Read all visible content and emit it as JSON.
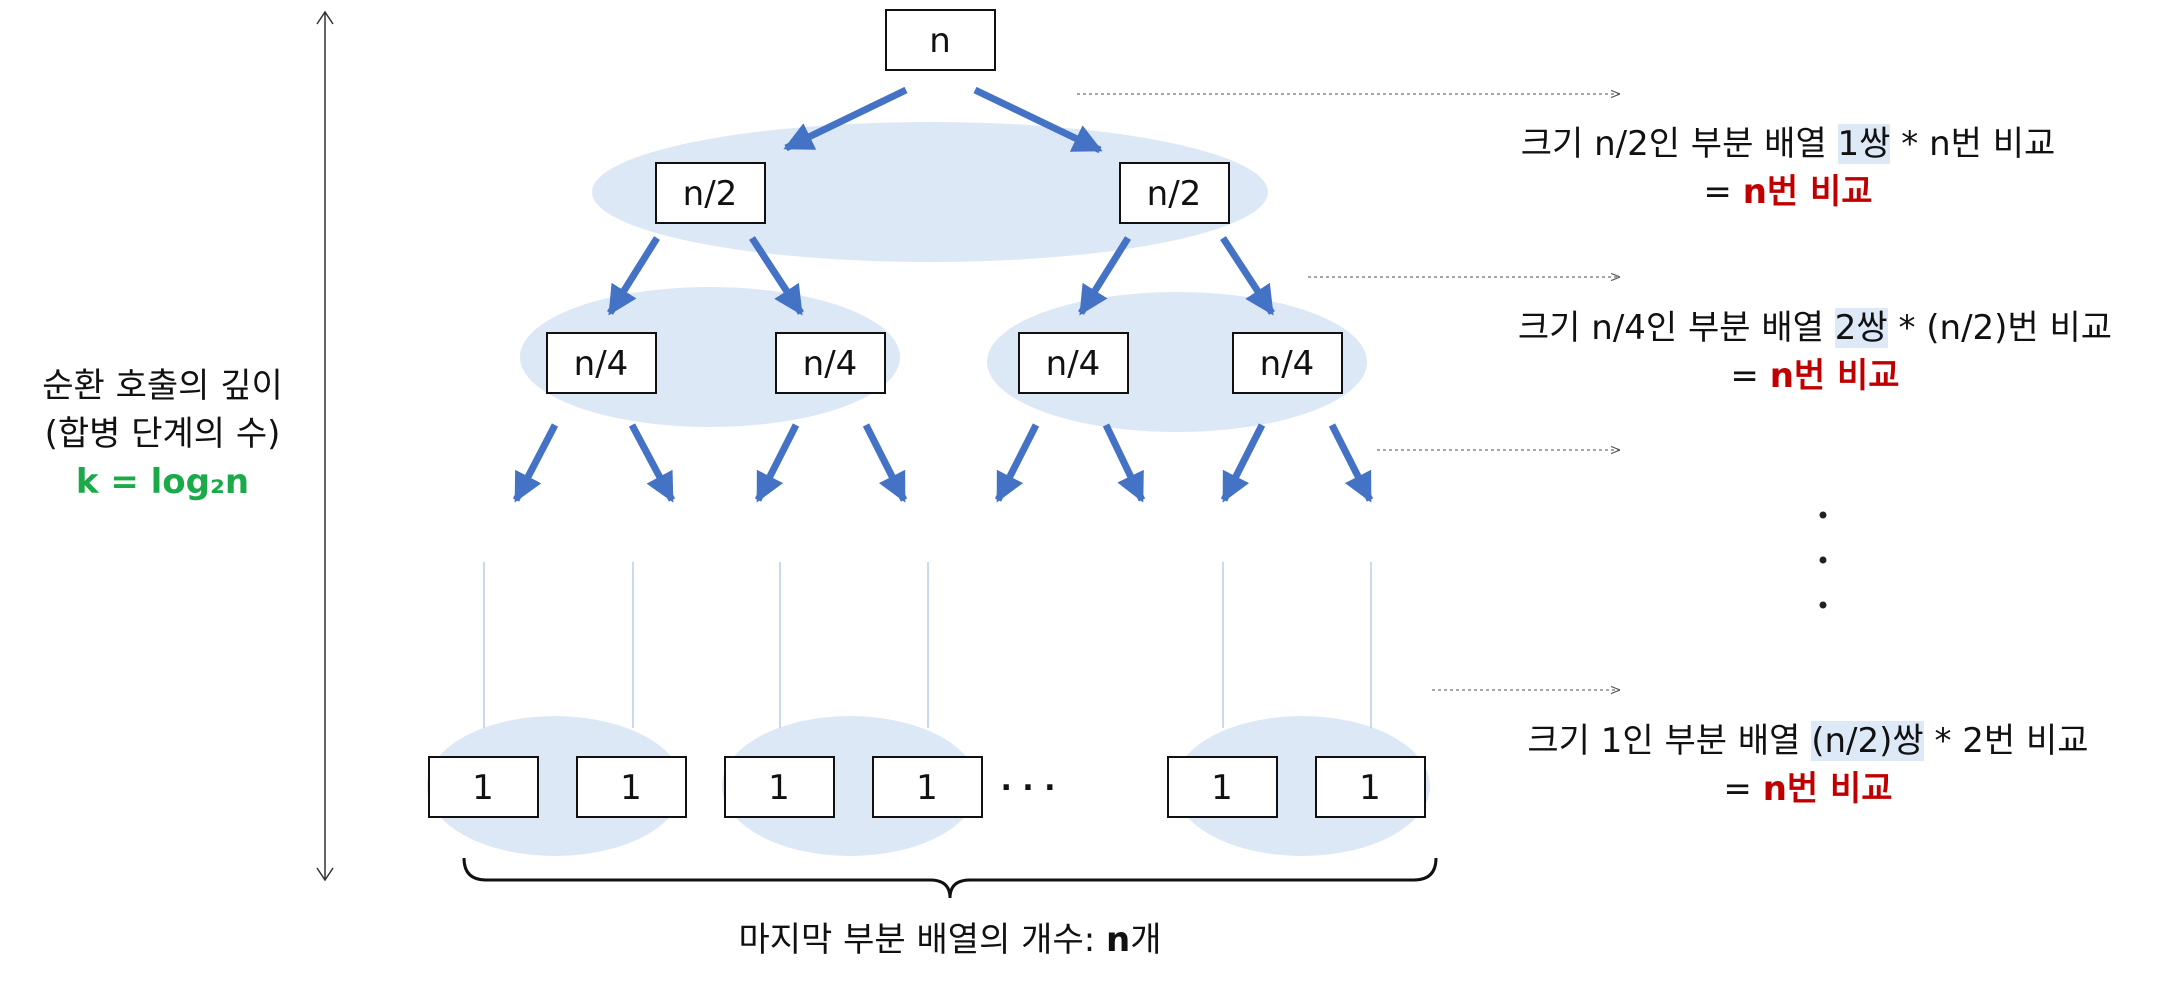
{
  "nodes": {
    "root": "n",
    "level1": [
      "n/2",
      "n/2"
    ],
    "level2": [
      "n/4",
      "n/4",
      "n/4",
      "n/4"
    ],
    "leaves": [
      "1",
      "1",
      "1",
      "1",
      "1",
      "1"
    ],
    "leaf_ellipsis": "· · ·"
  },
  "left_label": {
    "line1": "순환 호출의 깊이",
    "line2": "(합병 단계의 수)",
    "formula_k": "k = log",
    "formula_sub": "₂",
    "formula_n": "n"
  },
  "bottom_label": {
    "prefix": "마지막 부분 배열의 개수: ",
    "bold": "n",
    "suffix": "개"
  },
  "right_notes": [
    {
      "pre": "크기 n/2인 부분 배열 ",
      "hl": "1쌍",
      "post": " * n번 비교",
      "eq": "= ",
      "result": "n번 비교"
    },
    {
      "pre": "크기 n/4인 부분 배열 ",
      "hl": "2쌍",
      "post": " * (n/2)번 비교",
      "eq": "= ",
      "result": "n번 비교"
    },
    {
      "pre": "크기 1인 부분 배열 ",
      "hl": "(n/2)쌍",
      "post": " * 2번 비교",
      "eq": "= ",
      "result": "n번 비교"
    }
  ],
  "colors": {
    "arrow": "#4472c4",
    "ellipse": "#dce8f6",
    "result_red": "#c00000",
    "formula_green": "#1aab48",
    "dotted": "#8a8a8a"
  }
}
